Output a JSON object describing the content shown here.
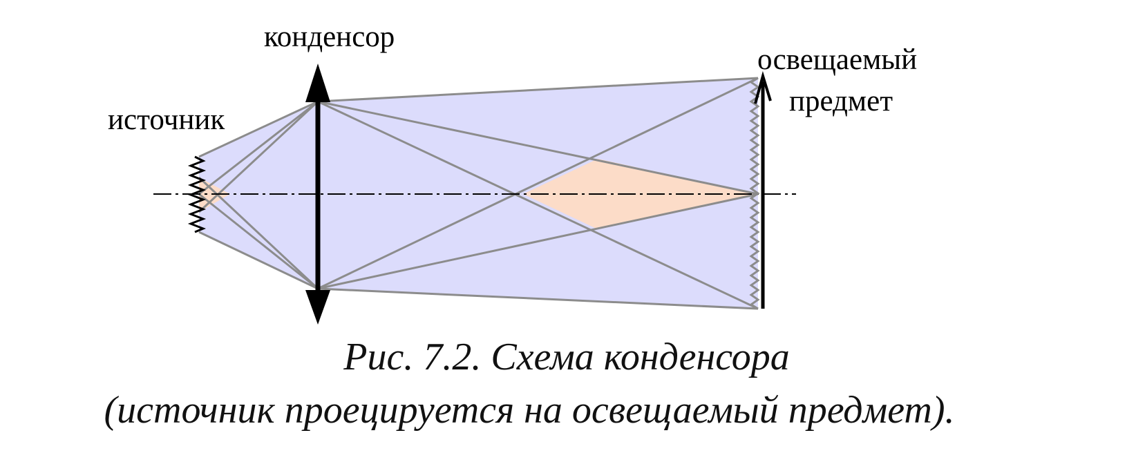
{
  "labels": {
    "condenser": "конденсор",
    "source": "источник",
    "object_line1": "освещаемый",
    "object_line2": "предмет"
  },
  "caption": {
    "line1": "Рис. 7.2. Схема конденсора",
    "line2": "(источник проецируется на освещаемый предмет)."
  },
  "colors": {
    "beam_fill": "#dcdcfc",
    "image_fill": "#fcdcc8",
    "ray": "#8c8c8c",
    "lens": "#000000",
    "wavy": "#8c8c8c"
  }
}
